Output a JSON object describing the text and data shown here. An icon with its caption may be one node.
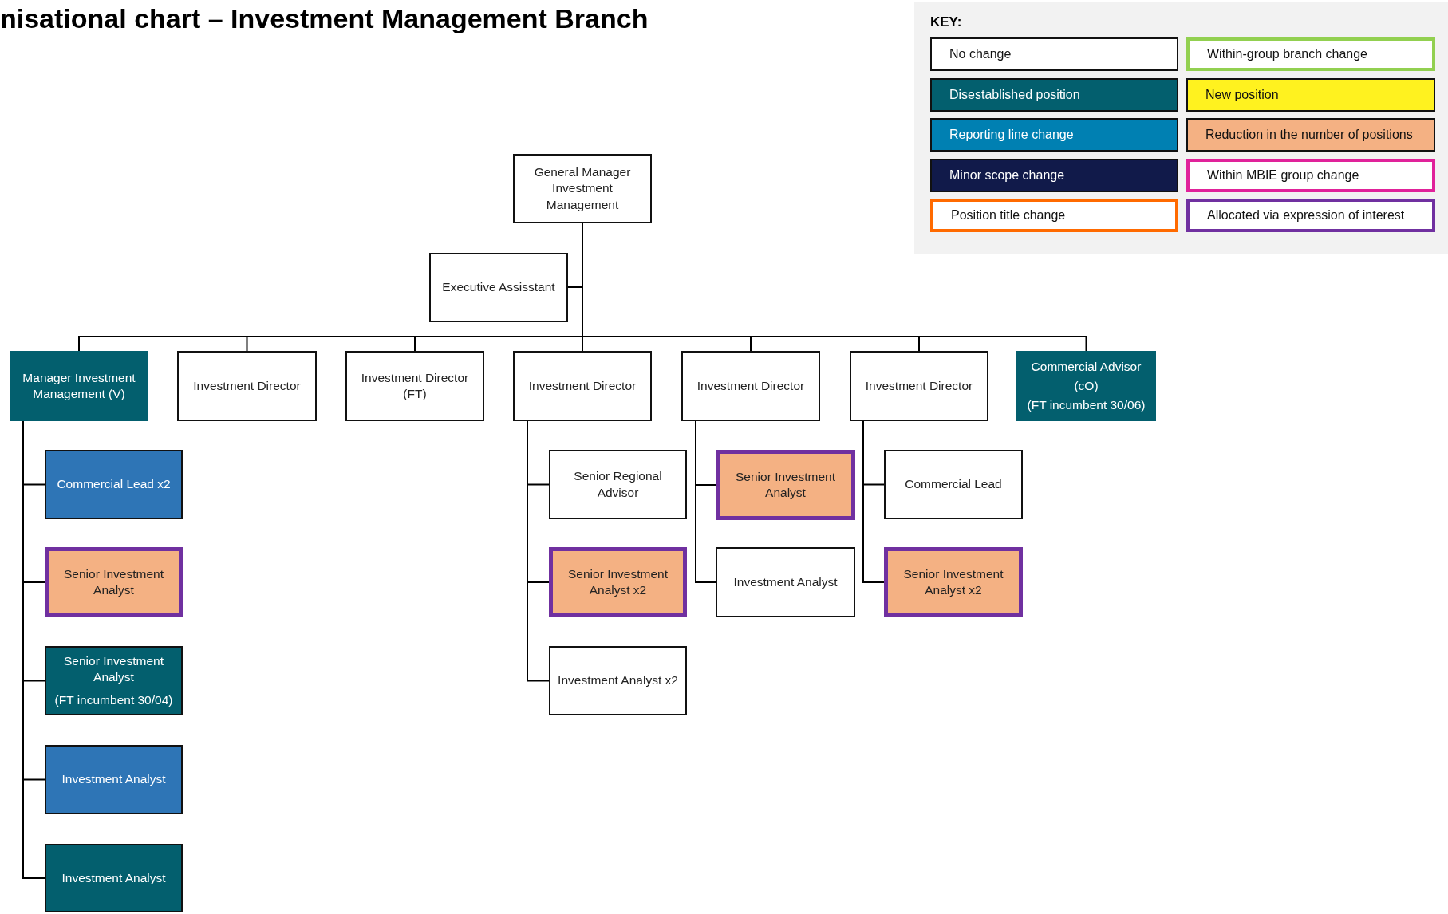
{
  "diagram": {
    "title": "nisational chart – Investment Management Branch",
    "nodes": [
      {
        "text": [
          "General Manager Investment Management"
        ]
      },
      {
        "text": [
          "Executive Assisstant"
        ]
      },
      {
        "text": [
          "Manager Investment Management (V)"
        ]
      },
      {
        "text": [
          "Investment Director"
        ]
      },
      {
        "text": [
          "Investment Director (FT)"
        ]
      },
      {
        "text": [
          "Investment Director"
        ]
      },
      {
        "text": [
          "Investment Director"
        ]
      },
      {
        "text": [
          "Investment Director"
        ]
      },
      {
        "text": [
          "Commercial Advisor",
          "(cO)",
          "(FT incumbent 30/06)"
        ]
      },
      {
        "text": [
          "Commercial Lead x2"
        ]
      },
      {
        "text": [
          "Senior Investment Analyst"
        ]
      },
      {
        "text": [
          "Senior Investment Analyst",
          "(FT incumbent 30/04)"
        ]
      },
      {
        "text": [
          "Investment Analyst"
        ]
      },
      {
        "text": [
          "Investment Analyst"
        ]
      },
      {
        "text": [
          "Senior Regional Advisor"
        ]
      },
      {
        "text": [
          "Senior Investment Analyst x2"
        ]
      },
      {
        "text": [
          "Investment Analyst x2"
        ]
      },
      {
        "text": [
          "Senior Investment Analyst"
        ]
      },
      {
        "text": [
          "Investment Analyst"
        ]
      },
      {
        "text": [
          "Commercial Lead"
        ]
      },
      {
        "text": [
          "Senior Investment Analyst x2"
        ]
      }
    ],
    "edges": [
      {
        "from": 0,
        "to": 1,
        "arrow": "none"
      },
      {
        "from": 0,
        "to": 2,
        "arrow": "none"
      },
      {
        "from": 0,
        "to": 3,
        "arrow": "none"
      },
      {
        "from": 0,
        "to": 4,
        "arrow": "none"
      },
      {
        "from": 0,
        "to": 5,
        "arrow": "none"
      },
      {
        "from": 0,
        "to": 6,
        "arrow": "none"
      },
      {
        "from": 0,
        "to": 7,
        "arrow": "none"
      },
      {
        "from": 0,
        "to": 8,
        "arrow": "none"
      },
      {
        "from": 2,
        "to": 9,
        "arrow": "none"
      },
      {
        "from": 2,
        "to": 10,
        "arrow": "none"
      },
      {
        "from": 2,
        "to": 11,
        "arrow": "none"
      },
      {
        "from": 2,
        "to": 12,
        "arrow": "none"
      },
      {
        "from": 2,
        "to": 13,
        "arrow": "none"
      },
      {
        "from": 5,
        "to": 14,
        "arrow": "none"
      },
      {
        "from": 5,
        "to": 15,
        "arrow": "none"
      },
      {
        "from": 5,
        "to": 16,
        "arrow": "none"
      },
      {
        "from": 6,
        "to": 17,
        "arrow": "none"
      },
      {
        "from": 6,
        "to": 18,
        "arrow": "none"
      },
      {
        "from": 7,
        "to": 19,
        "arrow": "none"
      },
      {
        "from": 7,
        "to": 20,
        "arrow": "none"
      }
    ],
    "labels": [
      "KEY:"
    ],
    "legend": [
      {
        "text": "No change",
        "color": "#ffffff"
      },
      {
        "text": "Within-group branch change",
        "color": "#92d050"
      },
      {
        "text": "Disestablished position",
        "color": "#035f6e"
      },
      {
        "text": "New position",
        "color": "#fff21f"
      },
      {
        "text": "Reporting line change",
        "color": "#0080b2"
      },
      {
        "text": "Reduction in the number of positions",
        "color": "#f4b183"
      },
      {
        "text": "Minor scope change",
        "color": "#111a4a"
      },
      {
        "text": "Within MBIE group change",
        "color": "#e0229a"
      },
      {
        "text": "Position title change",
        "color": "#ff6a00"
      },
      {
        "text": "Allocated via expression of interest",
        "color": "#7030a0"
      }
    ]
  }
}
